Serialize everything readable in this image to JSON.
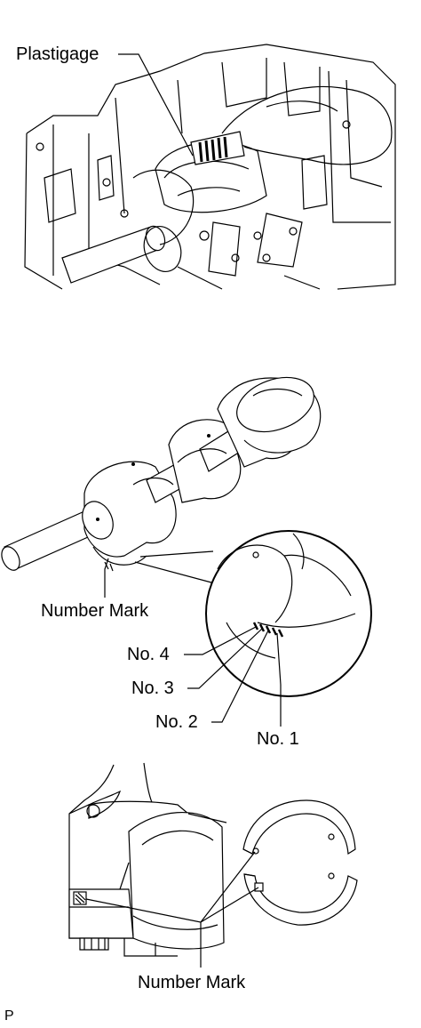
{
  "labels": {
    "plastigage": "Plastigage",
    "number_mark_crank": "Number Mark",
    "no4": "No. 4",
    "no3": "No. 3",
    "no2": "No. 2",
    "no1": "No. 1",
    "number_mark_rod": "Number Mark",
    "footer": "P"
  }
}
